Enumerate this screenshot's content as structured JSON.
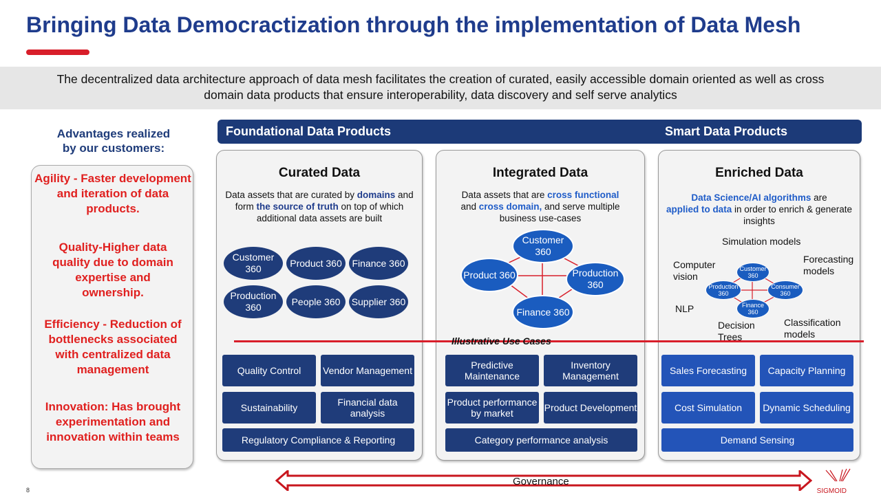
{
  "title": "Bringing Data Democractization through the implementation of Data Mesh",
  "subtitle_line1": "The decentralized data architecture  approach of data mesh facilitates the creation of curated, easily accessible domain oriented as well as cross",
  "subtitle_line2": "domain data products that ensure interoperability, data discovery and self serve analytics",
  "advantages": {
    "heading_line1": "Advantages realized",
    "heading_line2": "by our customers:",
    "items": [
      "Agility - Faster development and iteration of data products.",
      "Quality-Higher data quality due to domain expertise and ownership.",
      "Efficiency - Reduction of bottlenecks associated with centralized data management",
      "Innovation: Has brought experimentation and innovation within teams"
    ]
  },
  "header": {
    "foundational": "Foundational Data Products",
    "smart": "Smart Data Products"
  },
  "curated": {
    "title": "Curated Data",
    "desc": {
      "t1": "Data assets that are curated by ",
      "b1": "domains",
      "t2": " and form ",
      "b2": "the source of truth",
      "t3": " on top of which additional data assets are built"
    },
    "nodes": [
      "Customer 360",
      "Product 360",
      "Finance 360",
      "Production 360",
      "People 360",
      "Supplier 360"
    ],
    "use_cases": [
      "Quality Control",
      "Vendor Management",
      "Sustainability",
      "Financial data analysis",
      "Regulatory Compliance & Reporting"
    ]
  },
  "integrated": {
    "title": "Integrated Data",
    "desc": {
      "t1": "Data assets that are ",
      "b1": "cross functional",
      "t2": " and ",
      "b2": "cross domain,",
      "t3": " and serve multiple business use-cases"
    },
    "nodes": [
      "Customer 360",
      "Product 360",
      "Production 360",
      "Finance 360"
    ],
    "use_cases": [
      "Predictive Maintenance",
      "Inventory Management",
      "Product performance by market",
      "Product Development",
      "Category performance analysis"
    ]
  },
  "enriched": {
    "title": "Enriched Data",
    "desc": {
      "b1": "Data Science/AI algorithms",
      "t1": " are ",
      "b2": "applied to data",
      "t2": " in order to enrich & generate insights"
    },
    "labels": [
      "Simulation models",
      "Computer vision",
      "Forecasting models",
      "NLP",
      "Decision Trees",
      "Classification models"
    ],
    "nodes": [
      "Customer 360",
      "Production 360",
      "Consumer 360",
      "Finance 360"
    ],
    "use_cases": [
      "Sales Forecasting",
      "Capacity Planning",
      "Cost Simulation",
      "Dynamic Scheduling",
      "Demand Sensing"
    ]
  },
  "illustrative_use_cases": "Illustrative Use Cases",
  "governance": "Governance",
  "logo": "SIGMOID",
  "page_number": "8",
  "colors": {
    "title": "#1f3c8c",
    "accent_red": "#d81e2a",
    "navy": "#1f3c7a",
    "blue": "#1a5cbf"
  }
}
